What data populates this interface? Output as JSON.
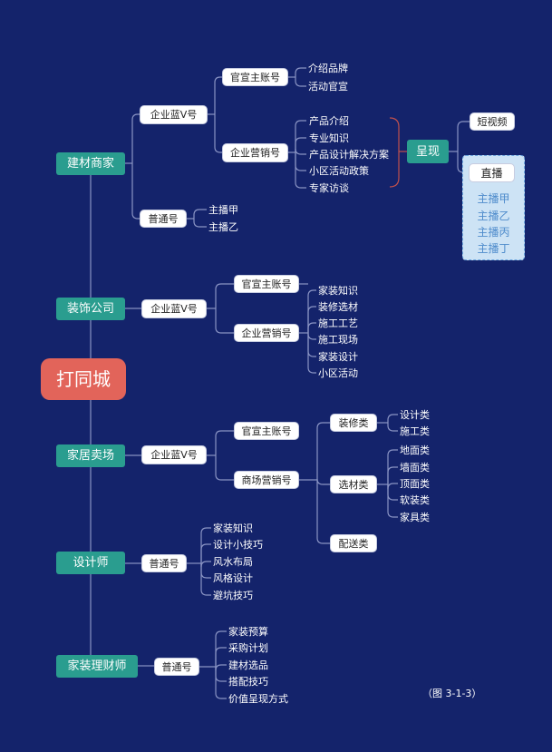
{
  "root": "打同城",
  "categories": [
    "建材商家",
    "装饰公司",
    "家居卖场",
    "设计师",
    "家装理财师"
  ],
  "building": {
    "blue_v": "企业蓝V号",
    "official": "官宣主账号",
    "official_items": [
      "介绍品牌",
      "活动官宣"
    ],
    "marketing": "企业营销号",
    "marketing_items": [
      "产品介绍",
      "专业知识",
      "产品设计解决方案",
      "小区活动政策",
      "专家访谈"
    ],
    "present": "呈现",
    "short_video": "短视频",
    "live": "直播",
    "anchors": [
      "主播甲",
      "主播乙",
      "主播丙",
      "主播丁"
    ],
    "normal": "普通号",
    "normal_items": [
      "主播甲",
      "主播乙"
    ]
  },
  "decoration": {
    "blue_v": "企业蓝V号",
    "official": "官宣主账号",
    "marketing": "企业营销号",
    "items": [
      "家装知识",
      "装修选材",
      "施工工艺",
      "施工现场",
      "家装设计",
      "小区活动"
    ]
  },
  "mall": {
    "blue_v": "企业蓝V号",
    "official": "官宣主账号",
    "marketing": "商场营销号",
    "reno": "装修类",
    "reno_items": [
      "设计类",
      "施工类"
    ],
    "material": "选材类",
    "material_items": [
      "地面类",
      "墙面类",
      "顶面类",
      "软装类",
      "家具类"
    ],
    "delivery": "配送类"
  },
  "designer": {
    "normal": "普通号",
    "items": [
      "家装知识",
      "设计小技巧",
      "风水布局",
      "风格设计",
      "避坑技巧"
    ]
  },
  "advisor": {
    "normal": "普通号",
    "items": [
      "家装预算",
      "采购计划",
      "建材选品",
      "搭配技巧",
      "价值呈现方式"
    ]
  },
  "caption": "（图 3-1-3）",
  "colors": {
    "background": "#14236b",
    "root": "#e2645a",
    "category": "#2a9d8f",
    "connector": "#8a94c4",
    "bracket_red": "#c0504d"
  }
}
